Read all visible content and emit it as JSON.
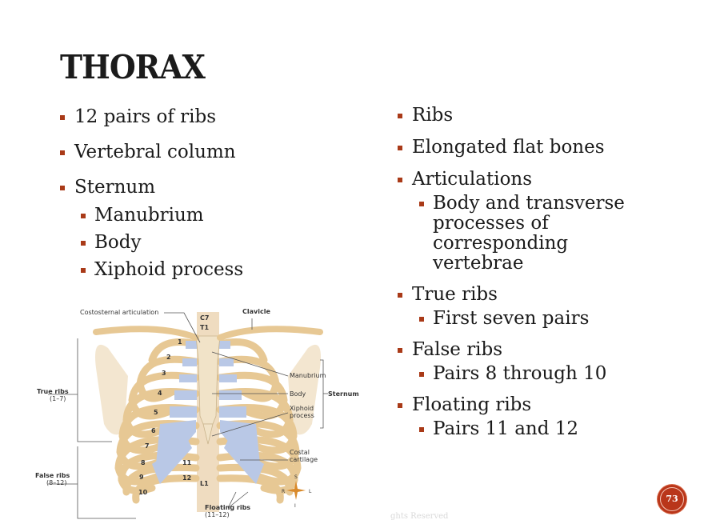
{
  "slide": {
    "title": "THORAX",
    "page_number": "73",
    "footer_text": "ghts Reserved",
    "accent_color": "#a93a18"
  },
  "left_column": {
    "items": [
      {
        "label": "12 pairs of ribs"
      },
      {
        "label": "Vertebral column"
      },
      {
        "label": "Sternum",
        "sub": [
          "Manubrium",
          "Body",
          "Xiphoid process"
        ]
      }
    ]
  },
  "right_column": {
    "items": [
      {
        "label": "Ribs"
      },
      {
        "label": "Elongated flat bones"
      },
      {
        "label": "Articulations",
        "sub": [
          "Body and transverse processes of corresponding vertebrae"
        ]
      },
      {
        "label": "True ribs",
        "sub": [
          "First seven pairs"
        ]
      },
      {
        "label": "False ribs",
        "sub": [
          "Pairs 8 through 10"
        ]
      },
      {
        "label": "Floating ribs",
        "sub": [
          "Pairs 11 and 12"
        ]
      }
    ]
  },
  "figure": {
    "labels": {
      "costosternal": "Costosternal articulation",
      "clavicle": "Clavicle",
      "c7": "C7",
      "t1": "T1",
      "l1": "L1",
      "true_ribs": "True ribs",
      "true_ribs_range": "(1–7)",
      "false_ribs": "False ribs",
      "false_ribs_range": "(8–12)",
      "floating_ribs": "Floating ribs",
      "floating_ribs_range": "(11–12)",
      "manubrium": "Manubrium",
      "body": "Body",
      "xiphoid": "Xiphoid",
      "xiphoid2": "process",
      "sternum": "Sternum",
      "costal": "Costal",
      "cartilage": "cartilage",
      "compass_s": "S",
      "compass_i": "I",
      "compass_r": "R",
      "compass_l": "L"
    },
    "rib_numbers": [
      "1",
      "2",
      "3",
      "4",
      "5",
      "6",
      "7",
      "8",
      "9",
      "10",
      "11",
      "12"
    ]
  }
}
